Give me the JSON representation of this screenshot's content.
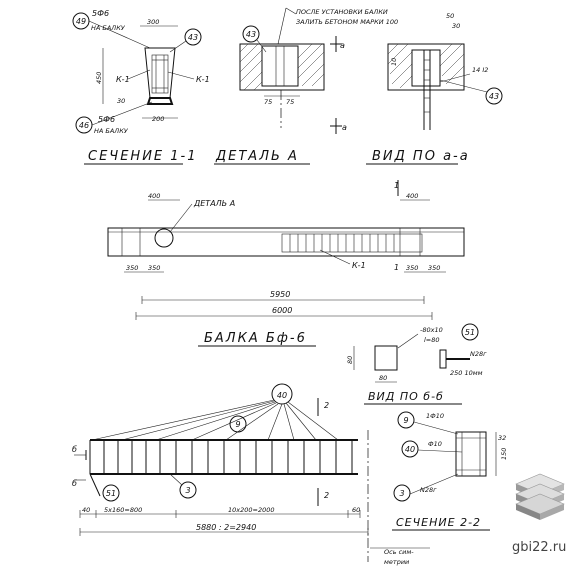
{
  "section1": {
    "title": "СЕЧЕНИЕ 1-1",
    "top_rebar": "5Ф6",
    "top_rebar_note": "НА БАЛКУ",
    "bottom_rebar": "5Ф6",
    "bottom_rebar_note": "НА БАЛКУ",
    "dim_top": "300",
    "dim_bottom": "200",
    "dim_height": "450",
    "dim_small": "30",
    "callout_49": "49",
    "callout_43": "43",
    "callout_46": "46",
    "frame_label": "К-1",
    "frame_label_right": "К-1"
  },
  "detail_a": {
    "title": "ДЕТАЛЬ А",
    "note1": "ПОСЛЕ УСТАНОВКИ БАЛКИ",
    "note2": "ЗАЛИТЬ БЕТОНОМ МАРКИ 100",
    "callout_43": "43",
    "section_mark": "а",
    "dim1": "75",
    "dim2": "75"
  },
  "view_aa": {
    "title": "ВИД ПО а-а",
    "dim_50": "50",
    "dim_30": "30",
    "dim_10": "10",
    "rebar": "14 I2",
    "callout_43": "43"
  },
  "beam": {
    "title": "БАЛКА Бф-6",
    "detail_ref": "ДЕТАЛЬ А",
    "section_mark": "1",
    "frame_label": "К-1",
    "dim_400_left": "400",
    "dim_400_right": "400",
    "dim_350_1": "350",
    "dim_350_2": "350",
    "dim_350_3": "350",
    "dim_350_4": "350",
    "dim_5950": "5950",
    "dim_6000": "6000"
  },
  "view_bb": {
    "title": "ВИД ПО б-б",
    "plate": "-80х10",
    "plate2": "l=80",
    "channel": "N28г",
    "weld": "250 10мм",
    "callout_51": "51",
    "dim_80_a": "80",
    "dim_80_b": "80"
  },
  "frame": {
    "callout_40": "40",
    "callout_9": "9",
    "callout_3": "3",
    "callout_51": "51",
    "section_mark_b": "б",
    "section_mark_2": "2",
    "dim_40": "40",
    "dim_spacing1": "5х160=800",
    "dim_spacing2": "10х200=2000",
    "dim_60": "60",
    "dim_total": "5880 : 2=2940",
    "axis_note1": "Ось сим-",
    "axis_note2": "метрии"
  },
  "section2": {
    "title": "СЕЧЕНИЕ 2-2",
    "rebar_top": "1Ф10",
    "rebar_mid": "Ф10",
    "rebar_bot": "N28г",
    "callout_9": "9",
    "callout_40": "40",
    "callout_3": "3",
    "dim_150": "150",
    "dim_32": "32"
  },
  "watermark": {
    "site": "gbi22.ru"
  }
}
